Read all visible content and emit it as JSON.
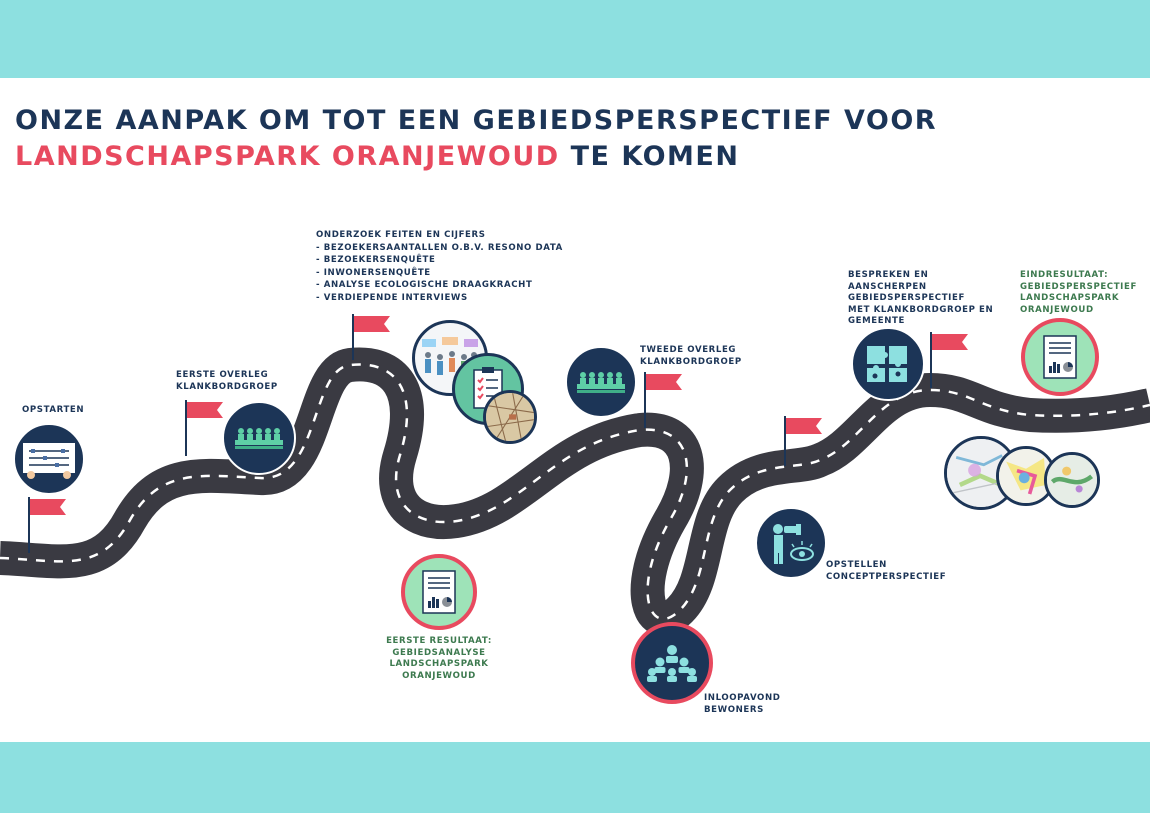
{
  "title": {
    "line1": "Onze aanpak om tot een gebiedsperspectief voor",
    "line2_highlight": "Landschapspark Oranjewoud",
    "line2_rest": "te komen"
  },
  "colors": {
    "band": "#8de0e0",
    "navy": "#1c3557",
    "red": "#e84a5f",
    "road": "#3a3a42",
    "result_fill": "#9ee3b8",
    "result_text": "#3d7a4f"
  },
  "steps": {
    "opstarten": {
      "label": "Opstarten",
      "icon": "planning-board-icon"
    },
    "eerste_overleg": {
      "lines": [
        "Eerste overleg",
        "klankbordgroep"
      ],
      "icon": "meeting-table-icon"
    },
    "onderzoek": {
      "heading": "Onderzoek feiten en cijfers",
      "items": [
        "- Bezoekersaantallen o.b.v. Resono data",
        "- Bezoekersenquête",
        "- Inwonersenquête",
        "- Analyse ecologische draagkracht",
        "- Verdiepende interviews"
      ],
      "icons": [
        "people-survey-icon",
        "checklist-icon",
        "map-icon"
      ]
    },
    "eerste_resultaat": {
      "lines": [
        "Eerste resultaat:",
        "gebiedsanalyse",
        "Landschapspark",
        "Oranjewoud"
      ],
      "icon": "report-document-icon"
    },
    "tweede_overleg": {
      "lines": [
        "Tweede overleg",
        "klankbordgroep"
      ],
      "icon": "meeting-table-icon"
    },
    "inloopavond": {
      "lines": [
        "Inloopavond",
        "bewoners"
      ],
      "icon": "group-presentation-icon"
    },
    "opstellen": {
      "lines": [
        "Opstellen",
        "conceptperspectief"
      ],
      "icon": "vision-binoculars-icon"
    },
    "bespreken": {
      "lines": [
        "Bespreken en",
        "aanscherpen",
        "gebiedsperspectief",
        "met klankbordgroep en",
        "gemeente"
      ],
      "icon": "puzzle-icon"
    },
    "eindresultaat": {
      "lines": [
        "Eindresultaat:",
        "gebiedsperspectief",
        "Landschapspark",
        "Oranjewoud"
      ],
      "icon": "report-document-icon"
    },
    "maps": {
      "icon": "map-icon"
    }
  }
}
